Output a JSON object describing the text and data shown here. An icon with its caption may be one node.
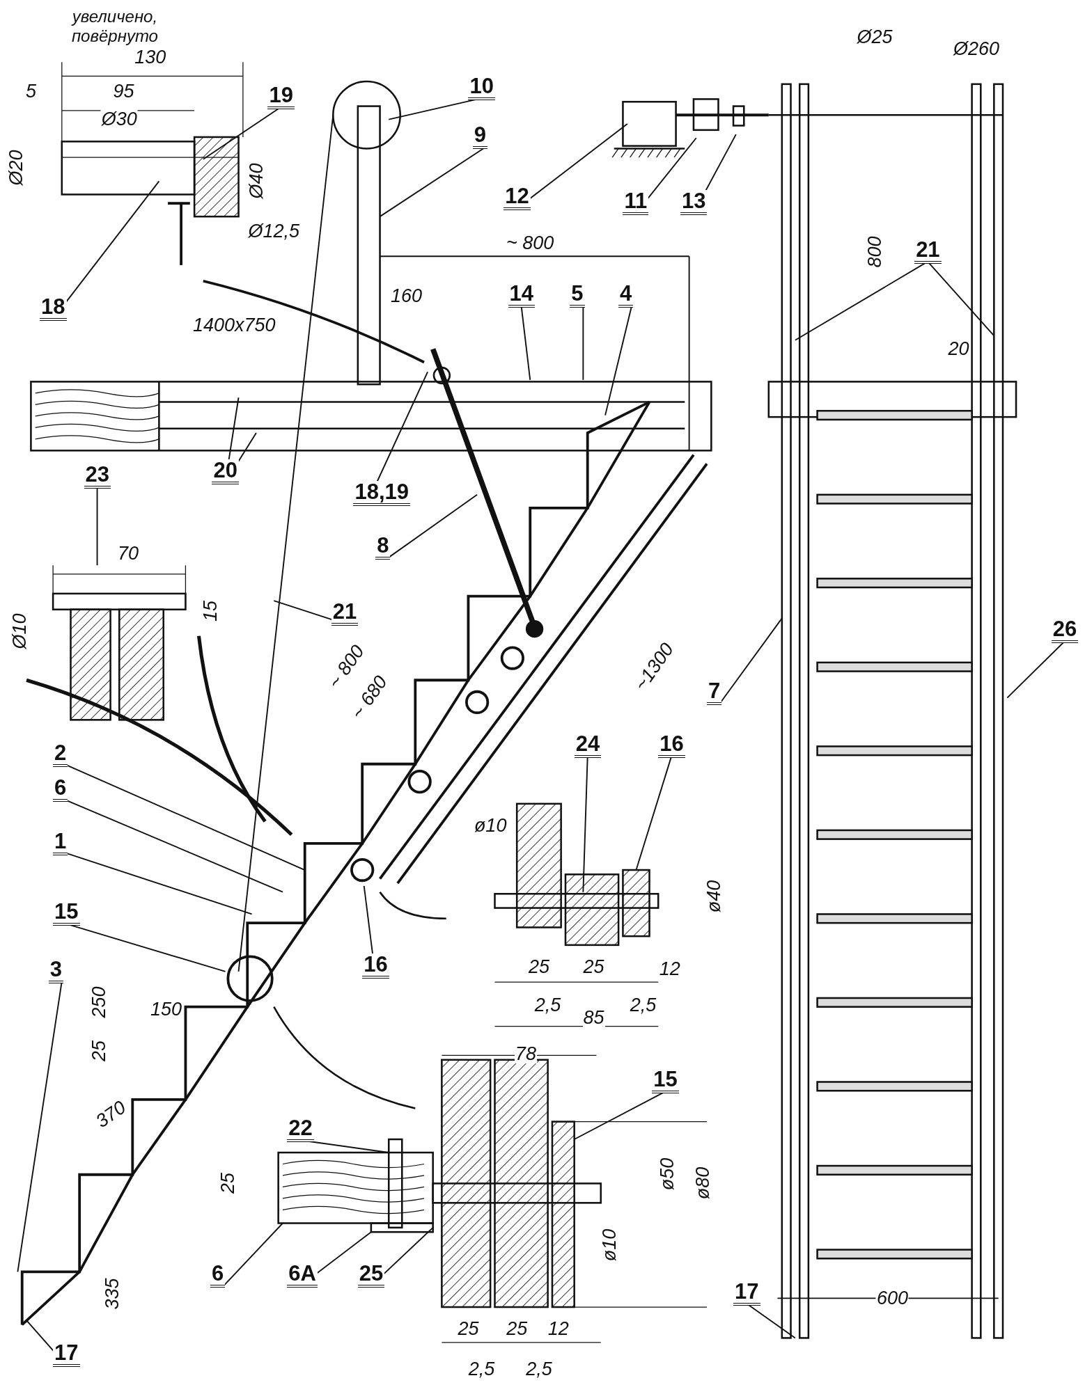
{
  "diagram": {
    "nodes": [
      {
        "text": [
          "19"
        ]
      },
      {
        "text": [
          "18"
        ]
      },
      {
        "text": [
          "10"
        ]
      },
      {
        "text": [
          "9"
        ]
      },
      {
        "text": [
          "12"
        ]
      },
      {
        "text": [
          "11"
        ]
      },
      {
        "text": [
          "13"
        ]
      },
      {
        "text": [
          "21"
        ]
      },
      {
        "text": [
          "14"
        ]
      },
      {
        "text": [
          "5"
        ]
      },
      {
        "text": [
          "4"
        ]
      },
      {
        "text": [
          "20"
        ]
      },
      {
        "text": [
          "18,19"
        ]
      },
      {
        "text": [
          "8"
        ]
      },
      {
        "text": [
          "23"
        ]
      },
      {
        "text": [
          "21"
        ]
      },
      {
        "text": [
          "7"
        ]
      },
      {
        "text": [
          "26"
        ]
      },
      {
        "text": [
          "2"
        ]
      },
      {
        "text": [
          "6"
        ]
      },
      {
        "text": [
          "1"
        ]
      },
      {
        "text": [
          "15"
        ]
      },
      {
        "text": [
          "16"
        ]
      },
      {
        "text": [
          "24"
        ]
      },
      {
        "text": [
          "16"
        ]
      },
      {
        "text": [
          "3"
        ]
      },
      {
        "text": [
          "17"
        ]
      },
      {
        "text": [
          "22"
        ]
      },
      {
        "text": [
          "15"
        ]
      },
      {
        "text": [
          "6"
        ]
      },
      {
        "text": [
          "6A"
        ]
      },
      {
        "text": [
          "25"
        ]
      },
      {
        "text": [
          "17"
        ]
      }
    ],
    "edges": [
      {
        "from": 0,
        "to": null,
        "arrow": "none"
      },
      {
        "from": 1,
        "to": null,
        "arrow": "none"
      },
      {
        "from": 2,
        "to": null,
        "arrow": "none"
      },
      {
        "from": 3,
        "to": null,
        "arrow": "none"
      },
      {
        "from": 4,
        "to": null,
        "arrow": "none"
      },
      {
        "from": 5,
        "to": null,
        "arrow": "none"
      },
      {
        "from": 6,
        "to": null,
        "arrow": "none"
      },
      {
        "from": 7,
        "to": null,
        "arrow": "none"
      },
      {
        "from": 7,
        "to": null,
        "arrow": "none"
      },
      {
        "from": 8,
        "to": null,
        "arrow": "none"
      },
      {
        "from": 9,
        "to": null,
        "arrow": "none"
      },
      {
        "from": 10,
        "to": null,
        "arrow": "none"
      },
      {
        "from": 11,
        "to": null,
        "arrow": "none"
      },
      {
        "from": 11,
        "to": null,
        "arrow": "none"
      },
      {
        "from": 12,
        "to": null,
        "arrow": "none"
      },
      {
        "from": 13,
        "to": null,
        "arrow": "none"
      },
      {
        "from": 14,
        "to": null,
        "arrow": "none"
      },
      {
        "from": 15,
        "to": null,
        "arrow": "none"
      },
      {
        "from": 16,
        "to": null,
        "arrow": "none"
      },
      {
        "from": 17,
        "to": null,
        "arrow": "none"
      },
      {
        "from": 18,
        "to": null,
        "arrow": "none"
      },
      {
        "from": 19,
        "to": null,
        "arrow": "none"
      },
      {
        "from": 20,
        "to": null,
        "arrow": "none"
      },
      {
        "from": 21,
        "to": null,
        "arrow": "none"
      },
      {
        "from": 22,
        "to": null,
        "arrow": "none"
      },
      {
        "from": 23,
        "to": null,
        "arrow": "none"
      },
      {
        "from": 24,
        "to": null,
        "arrow": "none"
      },
      {
        "from": 25,
        "to": null,
        "arrow": "none"
      },
      {
        "from": 26,
        "to": null,
        "arrow": "none"
      },
      {
        "from": 27,
        "to": null,
        "arrow": "none"
      },
      {
        "from": 28,
        "to": null,
        "arrow": "none"
      },
      {
        "from": 29,
        "to": null,
        "arrow": "none"
      },
      {
        "from": 30,
        "to": null,
        "arrow": "none"
      },
      {
        "from": 31,
        "to": null,
        "arrow": "none"
      },
      {
        "from": 32,
        "to": null,
        "arrow": "none"
      }
    ],
    "labels": [
      "увеличено, повёрнуто",
      "130",
      "5",
      "95",
      "Ø30",
      "Ø20",
      "Ø40",
      "Ø12,5",
      "Ø25",
      "Ø260",
      "~ 800",
      "800",
      "160",
      "1400x750",
      "20",
      "70",
      "Ø10",
      "15",
      "~ 800",
      "~ 680",
      "~1300",
      "ø10",
      "ø40",
      "25",
      "25",
      "12",
      "2,5",
      "2,5",
      "85",
      "250",
      "150",
      "25",
      "78",
      "370",
      "25",
      "ø50",
      "ø80",
      "ø10",
      "335",
      "600",
      "25",
      "25",
      "12",
      "2,5",
      "2,5"
    ]
  }
}
